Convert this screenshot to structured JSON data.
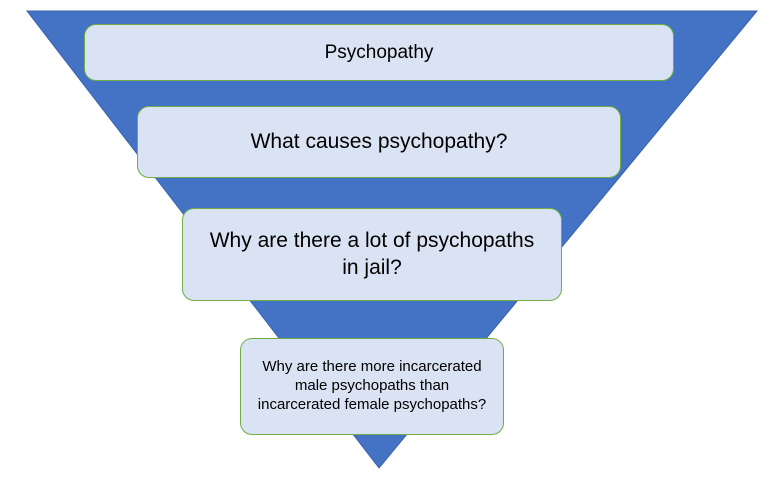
{
  "colors": {
    "funnel": "#4472c4",
    "box_fill": "#dae3f3",
    "box_border": "#70ad47"
  },
  "levels": [
    {
      "text": "Psychopathy"
    },
    {
      "text": "What causes psychopathy?"
    },
    {
      "text": "Why are there a lot of psychopaths in jail?"
    },
    {
      "text": "Why are there more incarcerated male psychopaths than incarcerated female psychopaths?"
    }
  ]
}
